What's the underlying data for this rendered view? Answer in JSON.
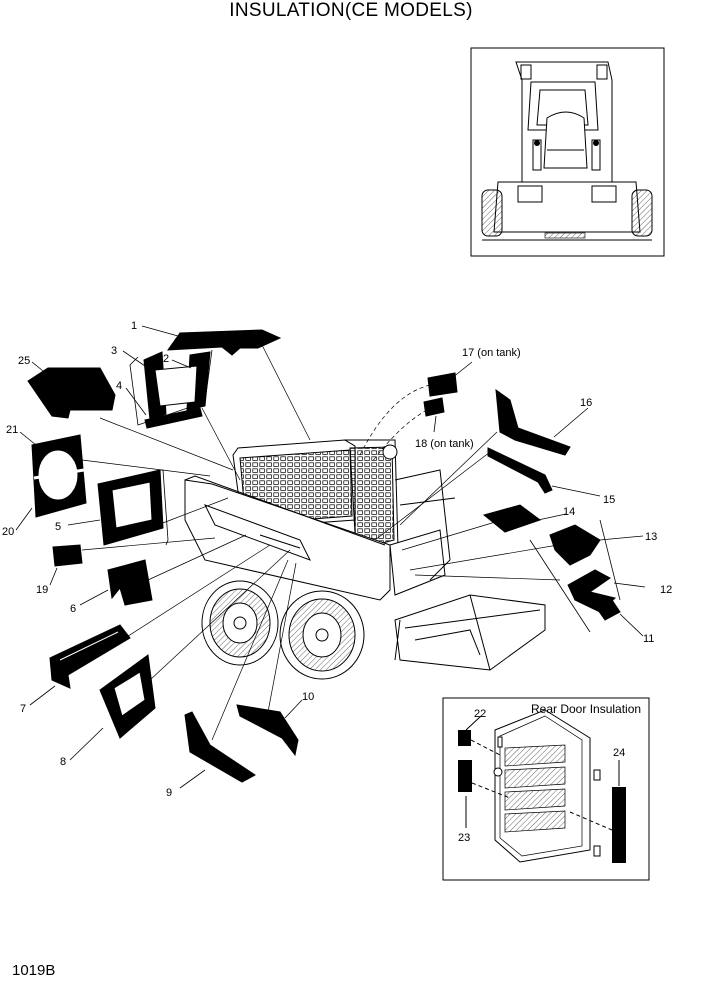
{
  "title": "INSULATION(CE MODELS)",
  "drawing_code": "1019B",
  "inset_rear_door": {
    "title": "Rear Door Insulation"
  },
  "callouts": [
    {
      "id": "c1",
      "text": "1"
    },
    {
      "id": "c2",
      "text": "2"
    },
    {
      "id": "c3",
      "text": "3"
    },
    {
      "id": "c4",
      "text": "4"
    },
    {
      "id": "c5",
      "text": "5"
    },
    {
      "id": "c6",
      "text": "6"
    },
    {
      "id": "c7",
      "text": "7"
    },
    {
      "id": "c8",
      "text": "8"
    },
    {
      "id": "c9",
      "text": "9"
    },
    {
      "id": "c10",
      "text": "10"
    },
    {
      "id": "c11",
      "text": "11"
    },
    {
      "id": "c12",
      "text": "12"
    },
    {
      "id": "c13",
      "text": "13"
    },
    {
      "id": "c14",
      "text": "14"
    },
    {
      "id": "c15",
      "text": "15"
    },
    {
      "id": "c16",
      "text": "16"
    },
    {
      "id": "c17",
      "text": "17 (on tank)"
    },
    {
      "id": "c18",
      "text": "18 (on tank)"
    },
    {
      "id": "c19",
      "text": "19"
    },
    {
      "id": "c20",
      "text": "20"
    },
    {
      "id": "c21",
      "text": "21"
    },
    {
      "id": "c22",
      "text": "22"
    },
    {
      "id": "c23",
      "text": "23"
    },
    {
      "id": "c24",
      "text": "24"
    },
    {
      "id": "c25",
      "text": "25"
    }
  ]
}
